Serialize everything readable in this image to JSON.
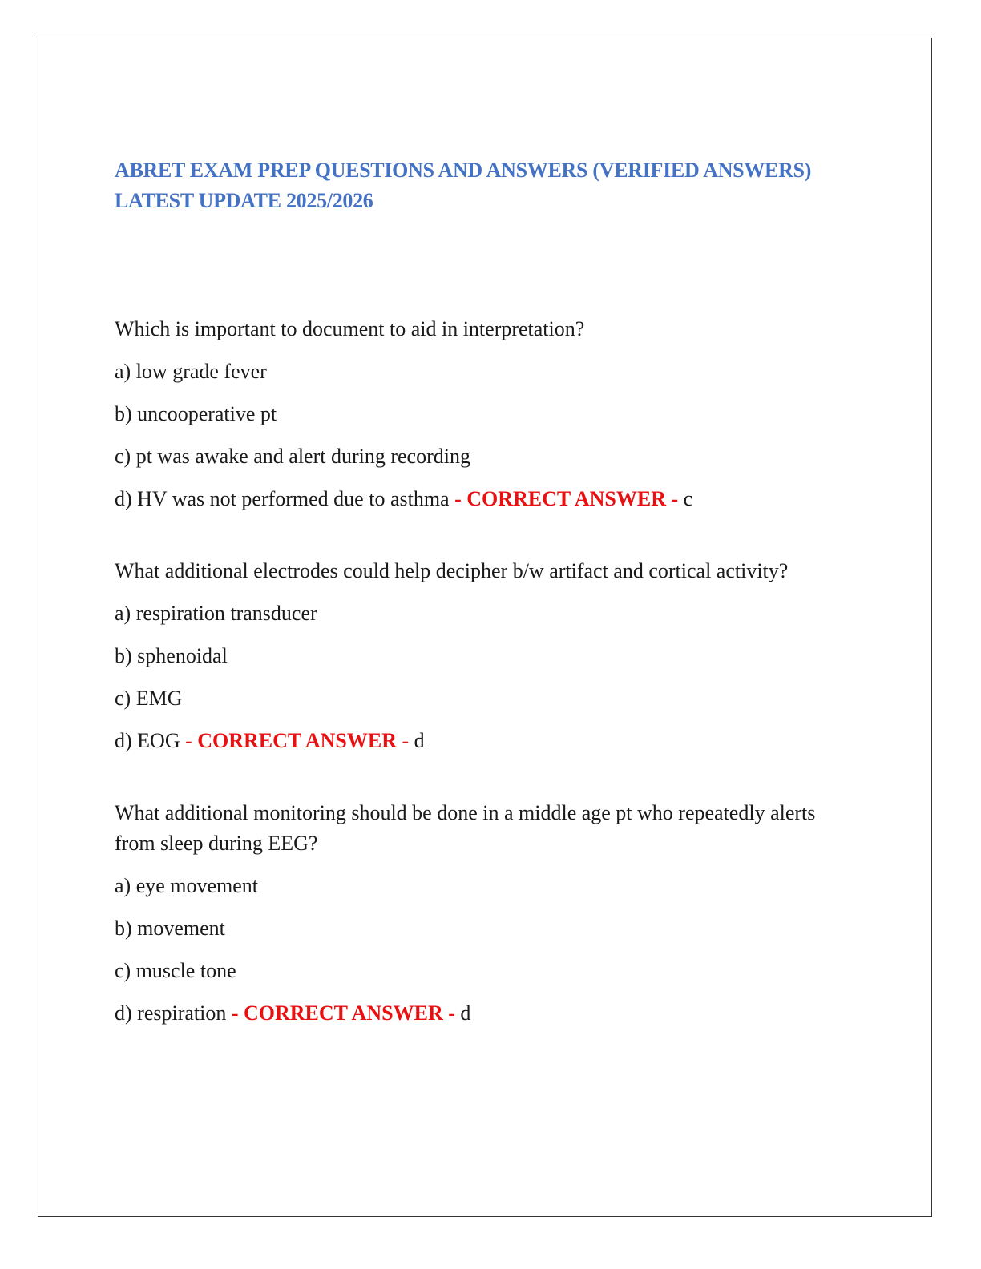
{
  "title": "ABRET EXAM PREP QUESTIONS AND ANSWERS (VERIFIED ANSWERS) LATEST UPDATE 2025/2026",
  "answer_marker": "- CORRECT ANSWER -",
  "colors": {
    "title": "#4472c4",
    "answer_marker": "#e81010",
    "text": "#1a1a1a",
    "border": "#333333"
  },
  "questions": [
    {
      "question": "Which is important to document to aid in interpretation?",
      "options": [
        "a) low grade fever",
        "b) uncooperative pt",
        "c) pt was awake and alert during recording",
        "d) HV was not performed due to asthma"
      ],
      "answer": "c"
    },
    {
      "question": "What additional electrodes could help decipher b/w artifact and cortical activity?",
      "options": [
        "a) respiration transducer",
        "b) sphenoidal",
        "c) EMG",
        "d) EOG"
      ],
      "answer": "d"
    },
    {
      "question": "What additional monitoring should be done in a middle age pt who repeatedly alerts from sleep during EEG?",
      "options": [
        "a) eye movement",
        "b) movement",
        "c) muscle tone",
        "d) respiration"
      ],
      "answer": "d"
    }
  ]
}
